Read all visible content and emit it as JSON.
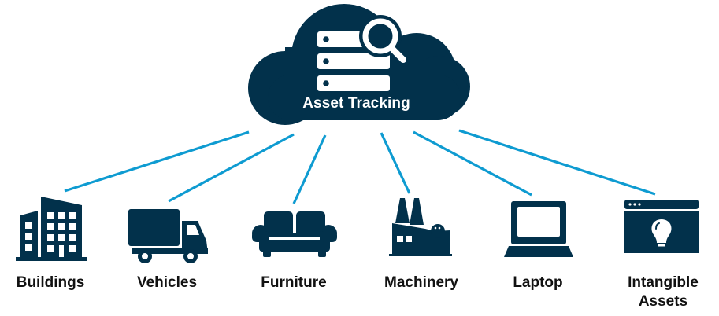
{
  "colors": {
    "navy": "#02314b",
    "connector": "#0e9bd1",
    "icon_light": "#ffffff",
    "label_text": "#111111",
    "background": "#ffffff"
  },
  "hub": {
    "label": "Asset Tracking",
    "icon": "cloud-icon",
    "inner_icons": [
      "server-stack-icon",
      "magnifier-icon"
    ]
  },
  "nodes": [
    {
      "id": "buildings",
      "label": "Buildings",
      "icon": "buildings-icon"
    },
    {
      "id": "vehicles",
      "label": "Vehicles",
      "icon": "truck-icon"
    },
    {
      "id": "furniture",
      "label": "Furniture",
      "icon": "sofa-icon"
    },
    {
      "id": "machinery",
      "label": "Machinery",
      "icon": "factory-icon"
    },
    {
      "id": "laptop",
      "label": "Laptop",
      "icon": "laptop-icon"
    },
    {
      "id": "intangible",
      "label": "Intangible Assets",
      "label_line1": "Intangible",
      "label_line2": "Assets",
      "icon": "browser-lightbulb-icon"
    }
  ],
  "edges": [
    {
      "from": "hub",
      "to": "buildings"
    },
    {
      "from": "hub",
      "to": "vehicles"
    },
    {
      "from": "hub",
      "to": "furniture"
    },
    {
      "from": "hub",
      "to": "machinery"
    },
    {
      "from": "hub",
      "to": "laptop"
    },
    {
      "from": "hub",
      "to": "intangible"
    }
  ]
}
